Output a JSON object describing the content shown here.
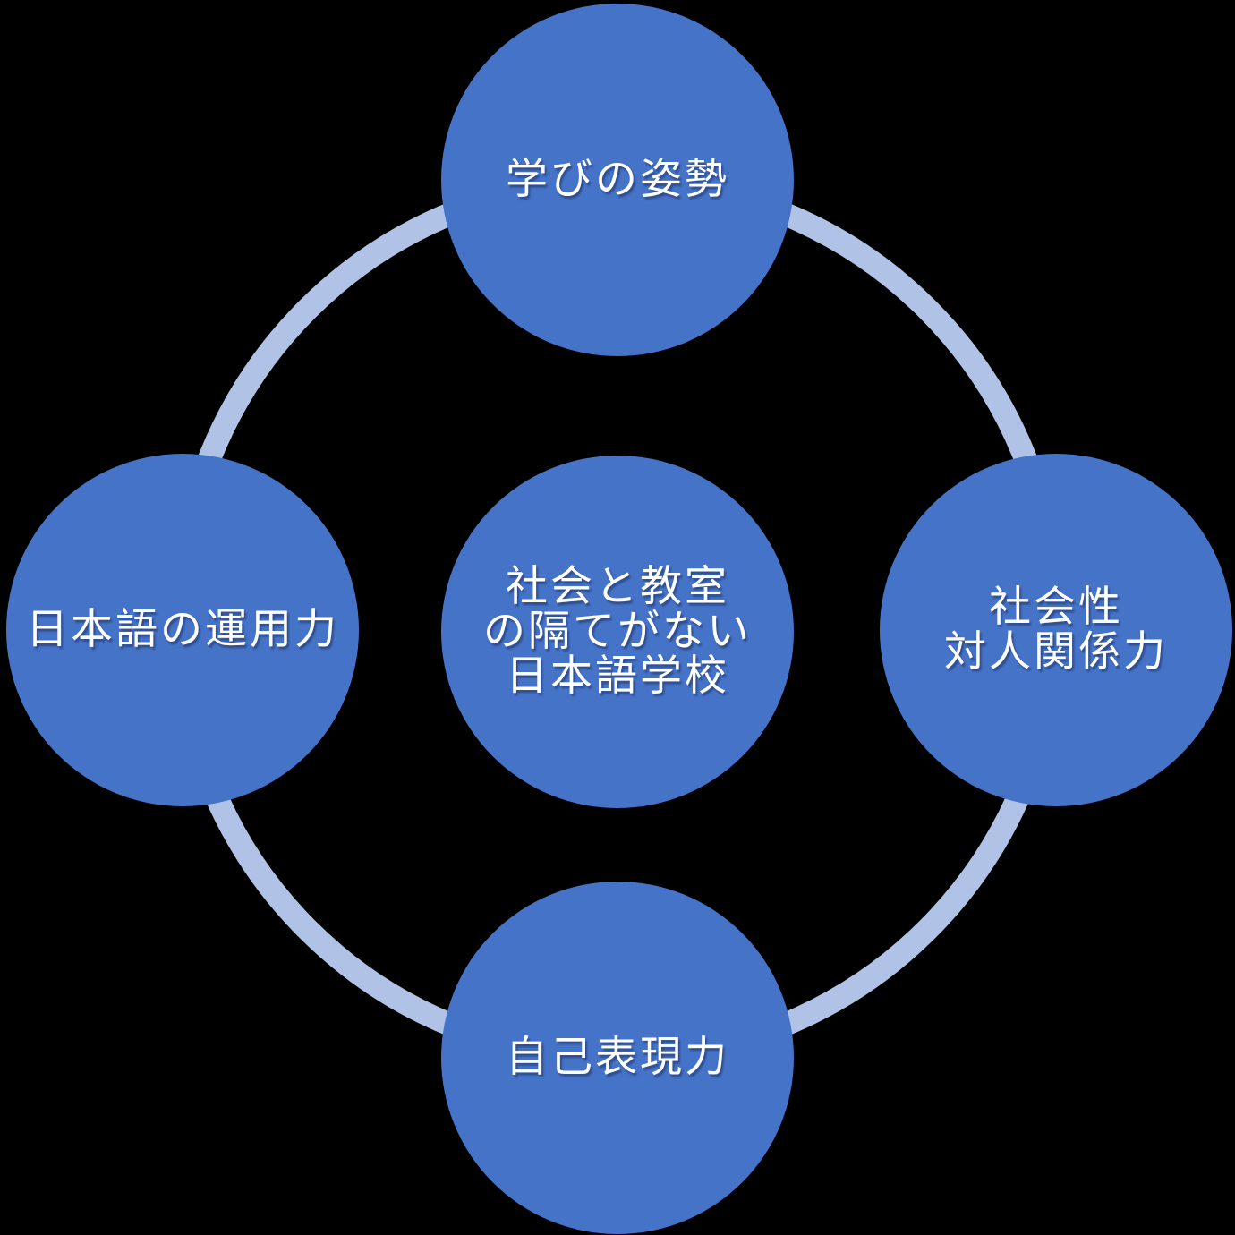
{
  "colors": {
    "background": "#000000",
    "circle": "#4573C8",
    "ring": "#B0C3E6",
    "text": "#FFFFFF"
  },
  "nodes": {
    "center": {
      "line1": "社会と教室",
      "line2": "の隔てがない",
      "line3": "日本語学校"
    },
    "top": {
      "label": "学びの姿勢"
    },
    "left": {
      "label": "日本語の運用力"
    },
    "right": {
      "line1": "社会性",
      "line2": "対人関係力"
    },
    "bottom": {
      "label": "自己表現力"
    }
  }
}
